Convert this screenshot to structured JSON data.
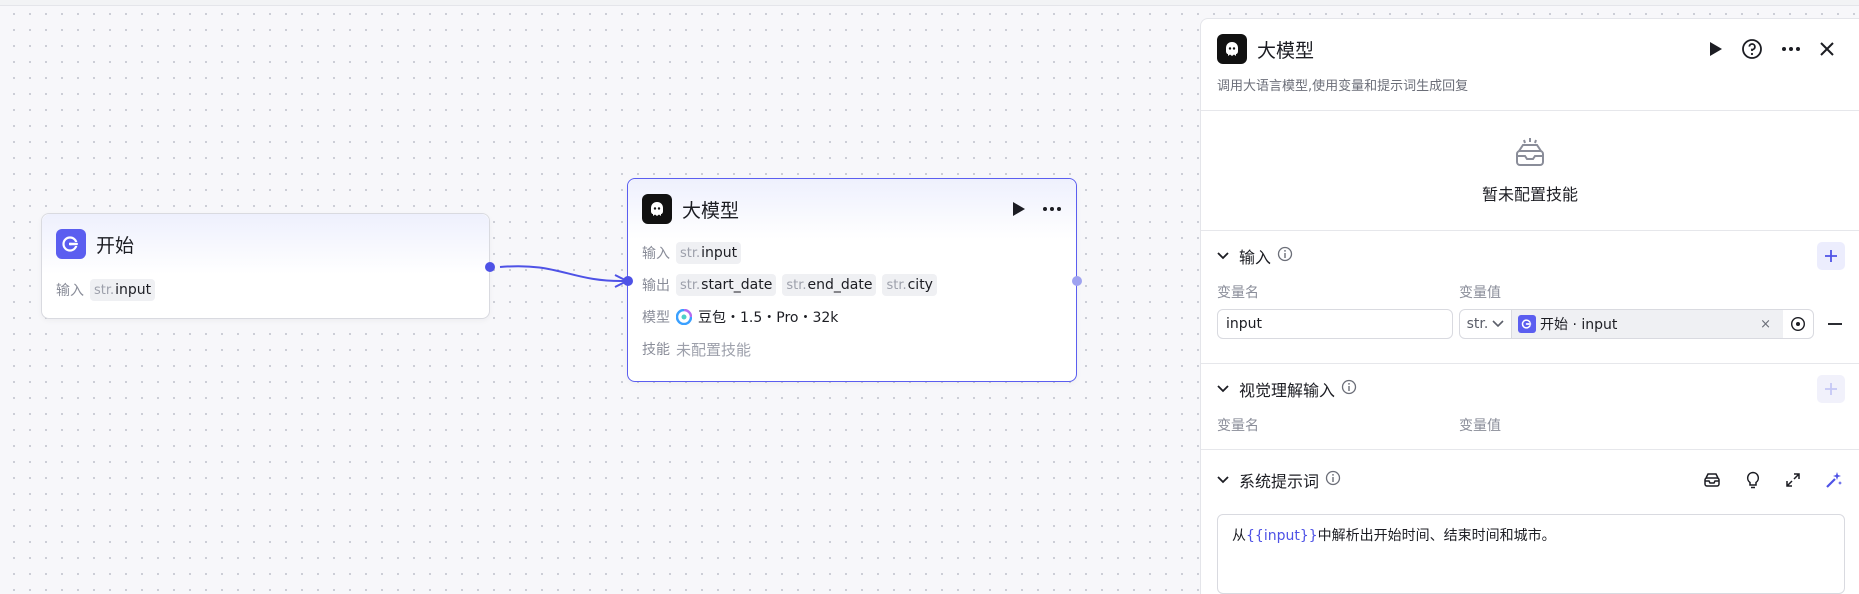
{
  "canvas": {
    "start_node": {
      "title": "开始",
      "input_label": "输入",
      "input_tag": {
        "type": "str.",
        "name": "input"
      }
    },
    "llm_node": {
      "title": "大模型",
      "input_label": "输入",
      "input_tag": {
        "type": "str.",
        "name": "input"
      },
      "output_label": "输出",
      "outputs": [
        {
          "type": "str.",
          "name": "start_date"
        },
        {
          "type": "str.",
          "name": "end_date"
        },
        {
          "type": "str.",
          "name": "city"
        }
      ],
      "model_label": "模型",
      "model_value": "豆包・1.5・Pro・32k",
      "skill_label": "技能",
      "skill_value": "未配置技能"
    }
  },
  "panel": {
    "title": "大模型",
    "description": "调用大语言模型,使用变量和提示词生成回复",
    "skill_empty": "暂未配置技能",
    "input_section": {
      "title": "输入",
      "col_name": "变量名",
      "col_value": "变量值",
      "row": {
        "name": "input",
        "type": "str.",
        "ref_text": "开始 · input",
        "clear": "×"
      }
    },
    "vision_section": {
      "title": "视觉理解输入",
      "col_name": "变量名",
      "col_value": "变量值"
    },
    "system_prompt": {
      "title": "系统提示词",
      "prefix": "从",
      "variable": "{{input}}",
      "suffix": "中解析出开始时间、结束时间和城市。"
    }
  },
  "colors": {
    "accent": "#4e52e6",
    "start_icon_bg": "#5b5ef0",
    "llm_icon_bg": "#111111"
  }
}
